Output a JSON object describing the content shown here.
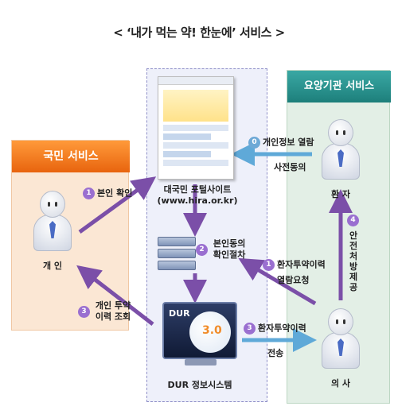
{
  "title": "<  ‘내가 먹는 약! 한눈에’ 서비스 >",
  "panels": {
    "citizen": "국민 서비스",
    "provider": "요양기관 서비스"
  },
  "nodes": {
    "portal": "대국민 포털사이트",
    "portal_url": "(www.hira.or.kr)",
    "auth": [
      "본인동의",
      "확인절차"
    ],
    "dur_logo": "DUR",
    "dur_version": "3.0",
    "dur_system": "DUR 정보시스템",
    "individual": "개 인",
    "patient": "환 자",
    "doctor": "의 사"
  },
  "steps": {
    "s1_left": {
      "num": "1",
      "text": "본인 확인"
    },
    "s2": {
      "num": "2"
    },
    "s3_left": {
      "num": "3",
      "text": [
        "개인 투약",
        "이력 조회"
      ]
    },
    "s0": {
      "num": "0",
      "text": [
        "개인정보 열람",
        "사전동의"
      ]
    },
    "s1_right": {
      "num": "1",
      "text": [
        "환자투약이력",
        "열람요청"
      ]
    },
    "s3_right": {
      "num": "3",
      "text": [
        "환자투약이력",
        "전송"
      ]
    },
    "s4": {
      "num": "4",
      "text": [
        "안",
        "전",
        "처",
        "방",
        "제",
        "공"
      ]
    }
  },
  "colors": {
    "citizen_accent": "#e8640e",
    "provider_accent": "#1d7f7b",
    "purple_arrow": "#7b4fa8",
    "blue_arrow": "#5fa9d8",
    "badge_purple": "#9a6fd0"
  }
}
